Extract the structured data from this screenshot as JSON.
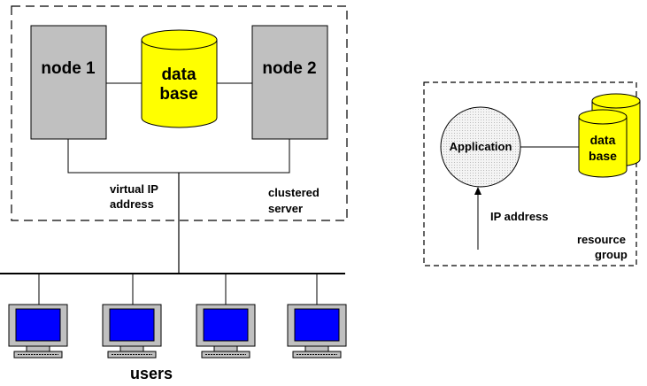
{
  "cluster": {
    "node1_label": "node 1",
    "node2_label": "node 2",
    "db_line1": "data",
    "db_line2": "base",
    "virtual_ip_line1": "virtual IP",
    "virtual_ip_line2": "address",
    "clustered_line1": "clustered",
    "clustered_line2": "server"
  },
  "users_label": "users",
  "resource": {
    "app_label": "Application",
    "db_line1": "data",
    "db_line2": "base",
    "ip_label": "IP address",
    "group_line1": "resource",
    "group_line2": "group"
  },
  "colors": {
    "node_fill": "#c0c0c0",
    "db_fill": "#ffff00",
    "screen_fill": "#0000ff",
    "monitor_fill": "#c0c0c0"
  }
}
